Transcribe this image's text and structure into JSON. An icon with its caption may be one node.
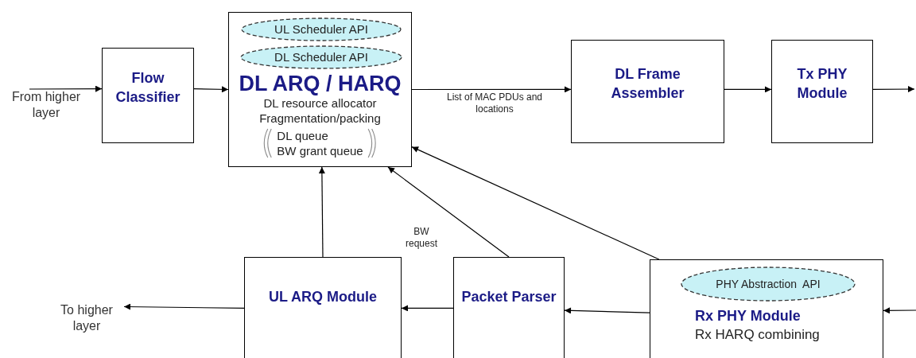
{
  "diagram": {
    "nodes": [
      {
        "text": [
          "From higher layer"
        ]
      },
      {
        "text": [
          "Flow Classifier"
        ]
      },
      {
        "text": [
          "DL ARQ / HARQ",
          "DL resource allocator",
          "Fragmentation/packing",
          "DL queue",
          "BW grant queue"
        ]
      },
      {
        "text": [
          "UL Scheduler API"
        ],
        "in": 2
      },
      {
        "text": [
          "DL Scheduler API"
        ],
        "in": 2
      },
      {
        "text": [
          "DL Frame Assembler"
        ]
      },
      {
        "text": [
          "Tx PHY Module"
        ]
      },
      {
        "text": [
          "UL ARQ Module"
        ]
      },
      {
        "text": [
          "Packet Parser"
        ]
      },
      {
        "text": [
          "Rx PHY Module",
          "Rx HARQ combining"
        ]
      },
      {
        "text": [
          "PHY Abstraction  API"
        ],
        "in": 9
      },
      {
        "text": [
          "To higher layer"
        ]
      }
    ],
    "edges": [
      {
        "from": 0,
        "to": 1,
        "arrow": "to"
      },
      {
        "from": 1,
        "to": 2,
        "arrow": "to"
      },
      {
        "from": 2,
        "to": 5,
        "arrow": "to",
        "label": "List of MAC PDUs and locations"
      },
      {
        "from": 5,
        "to": 6,
        "arrow": "to"
      },
      {
        "from": 6,
        "to": null,
        "arrow": "to"
      },
      {
        "from": null,
        "to": 9,
        "arrow": "to"
      },
      {
        "from": 9,
        "to": 8,
        "arrow": "to"
      },
      {
        "from": 8,
        "to": 7,
        "arrow": "to"
      },
      {
        "from": 7,
        "to": 11,
        "arrow": "to"
      },
      {
        "from": 7,
        "to": 2,
        "arrow": "to"
      },
      {
        "from": 8,
        "to": 2,
        "arrow": "to",
        "label": "BW request"
      },
      {
        "from": 9,
        "to": 2,
        "arrow": "to"
      }
    ]
  }
}
